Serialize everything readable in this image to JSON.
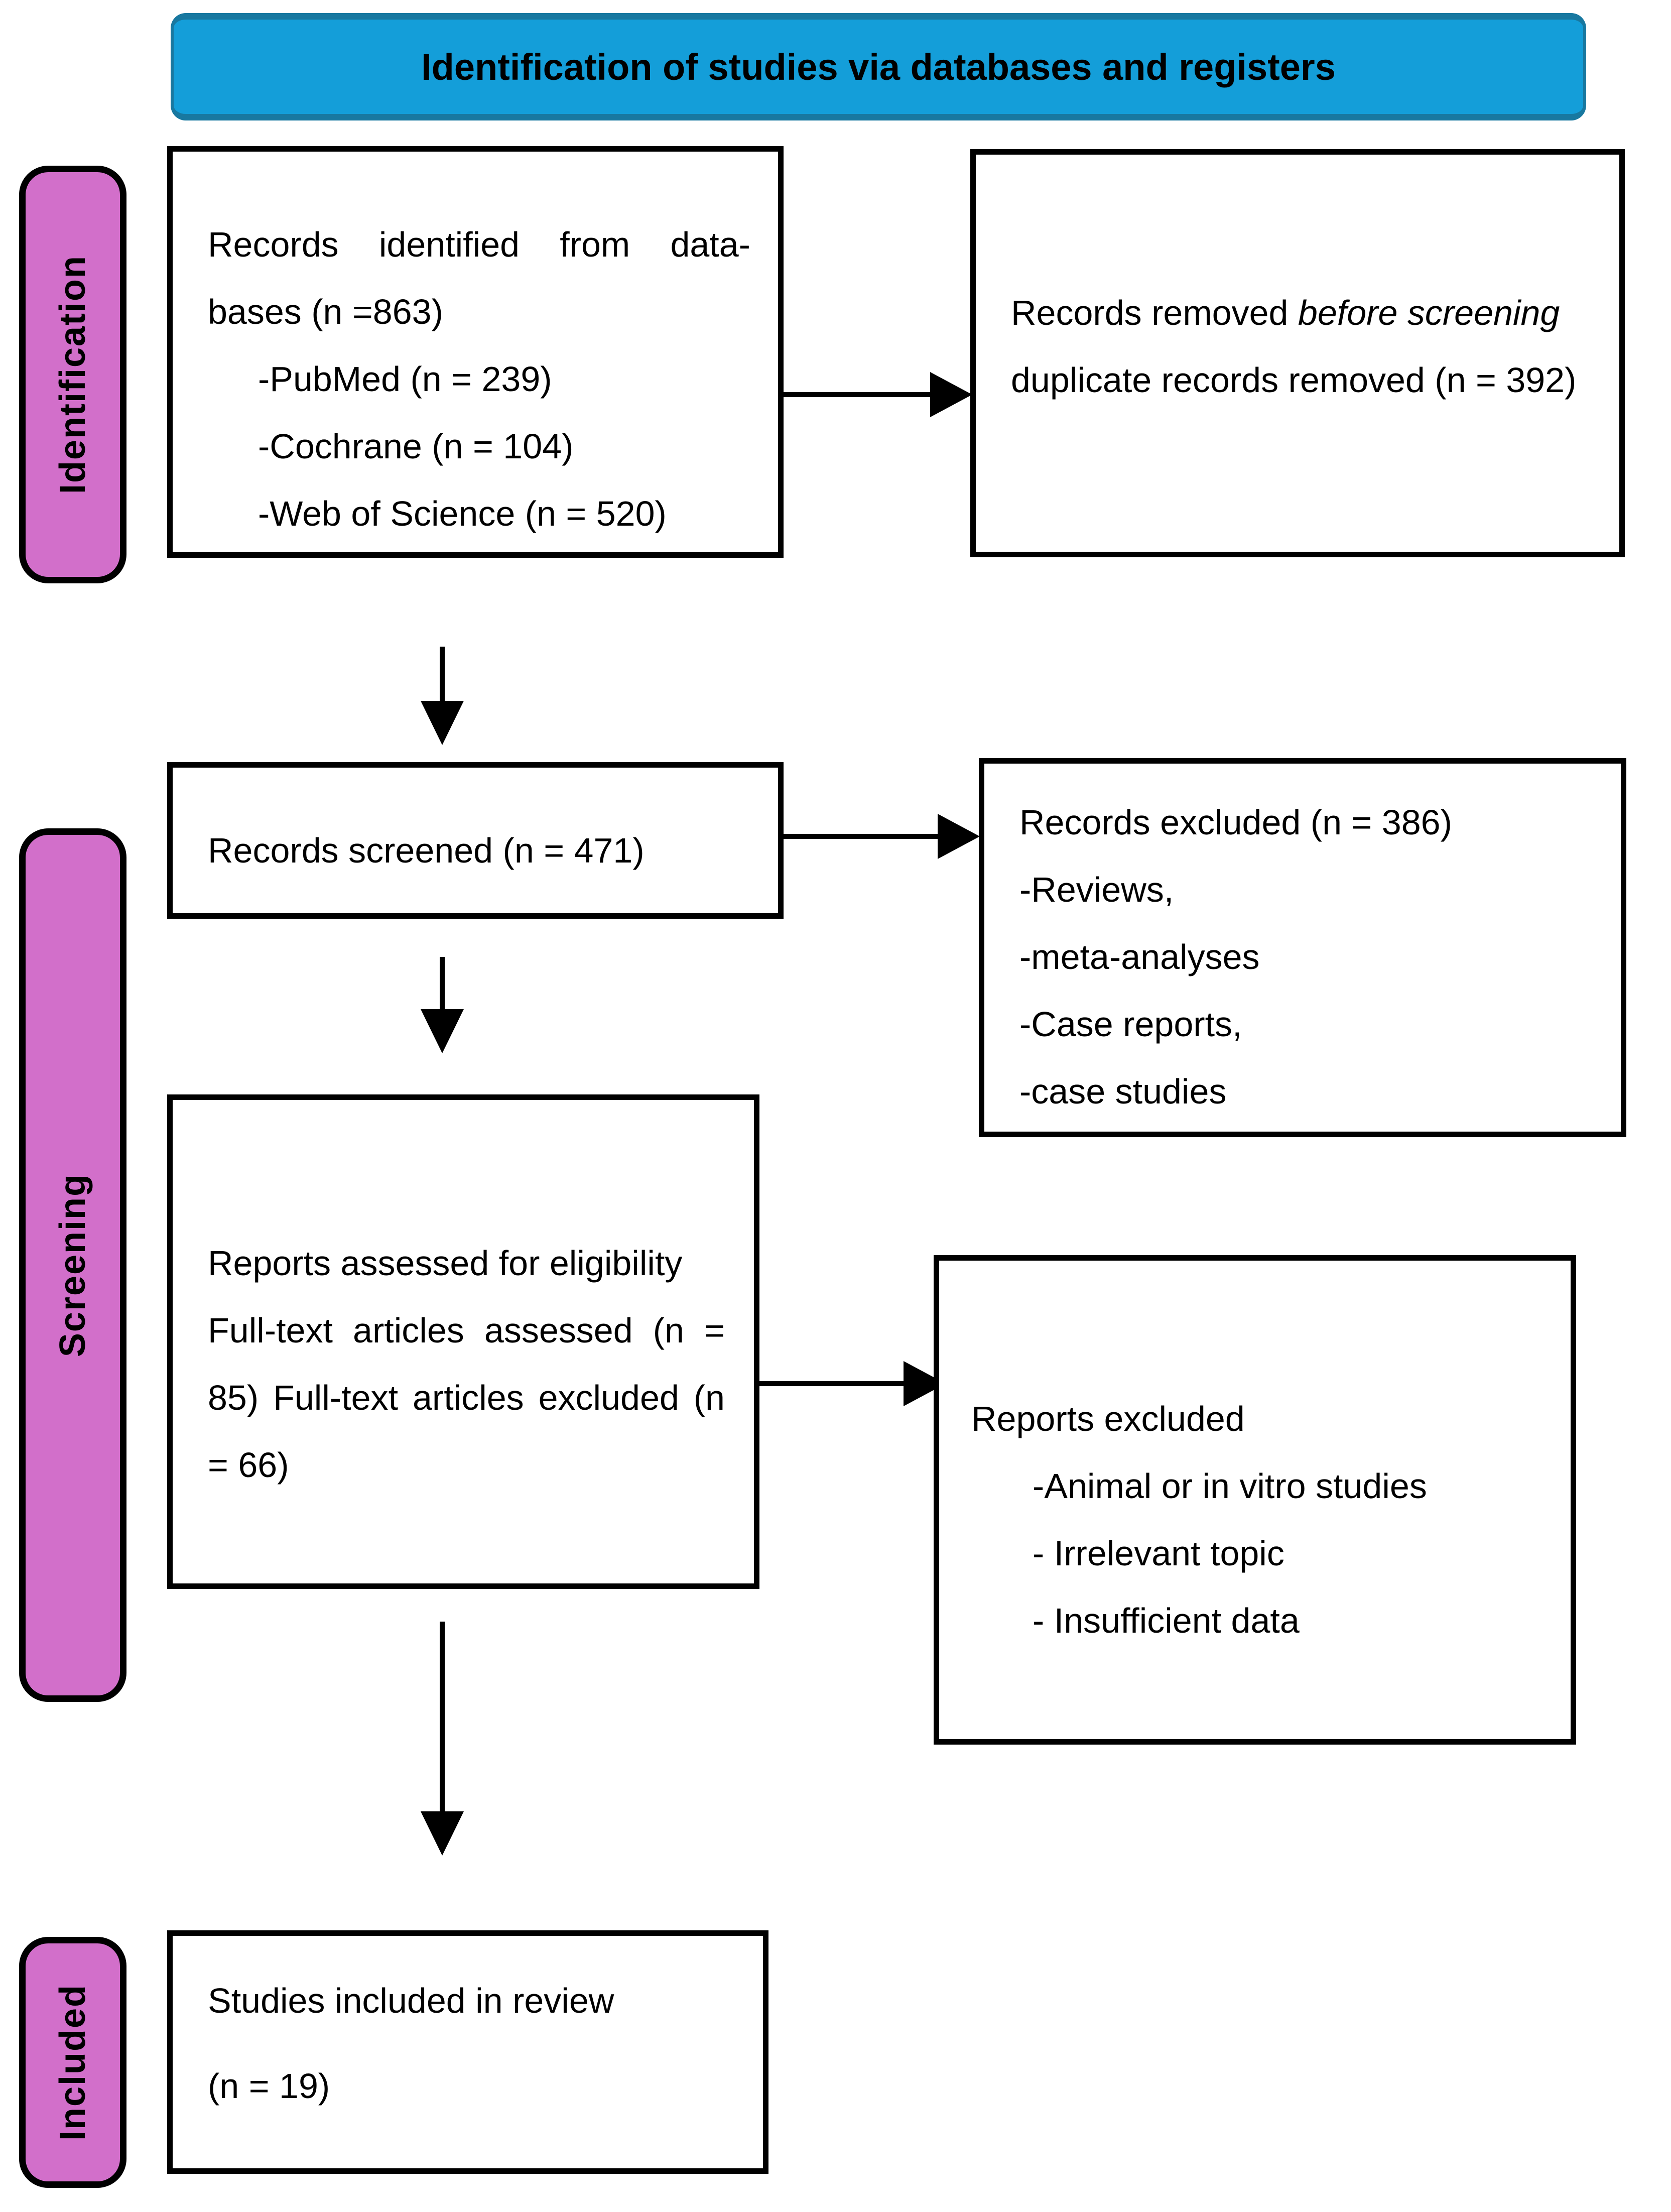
{
  "colors": {
    "header_blue": "#149ED9",
    "header_blue_dark": "#1878A0",
    "stage_pink": "#D26FCA",
    "line_black": "#000000",
    "box_background": "#FFFFFF"
  },
  "header": {
    "title": "Identification of studies via databases and registers"
  },
  "stages": {
    "identification": "Identification",
    "screening": "Screening",
    "included": "Included"
  },
  "boxes": {
    "records_identified": {
      "lines": [
        "Records identified from data-",
        "bases (n =863)",
        "-PubMed (n = 239)",
        "-Cochrane (n = 104)",
        "-Web of Science (n = 520)"
      ]
    },
    "records_removed": {
      "line1_normal": "Records removed ",
      "line1_italic": "before screening",
      "line2": "duplicate records removed (n = 392)"
    },
    "records_screened": {
      "line1": "Records screened (n = 471)"
    },
    "records_excluded": {
      "lines": [
        "Records excluded (n = 386)",
        "-Reviews,",
        "-meta-analyses",
        "-Case reports,",
        "-case studies"
      ]
    },
    "reports_assessed": {
      "lines": [
        "Reports assessed for eligibility",
        "Full-text articles assessed (n =",
        "85) Full-text articles excluded (n",
        "= 66)"
      ]
    },
    "reports_excluded": {
      "lines": [
        "Reports excluded",
        "-Animal or in vitro studies",
        "- Irrelevant topic",
        "- Insufficient data"
      ]
    },
    "studies_included": {
      "lines": [
        "Studies included in review",
        "(n = 19)"
      ]
    }
  }
}
